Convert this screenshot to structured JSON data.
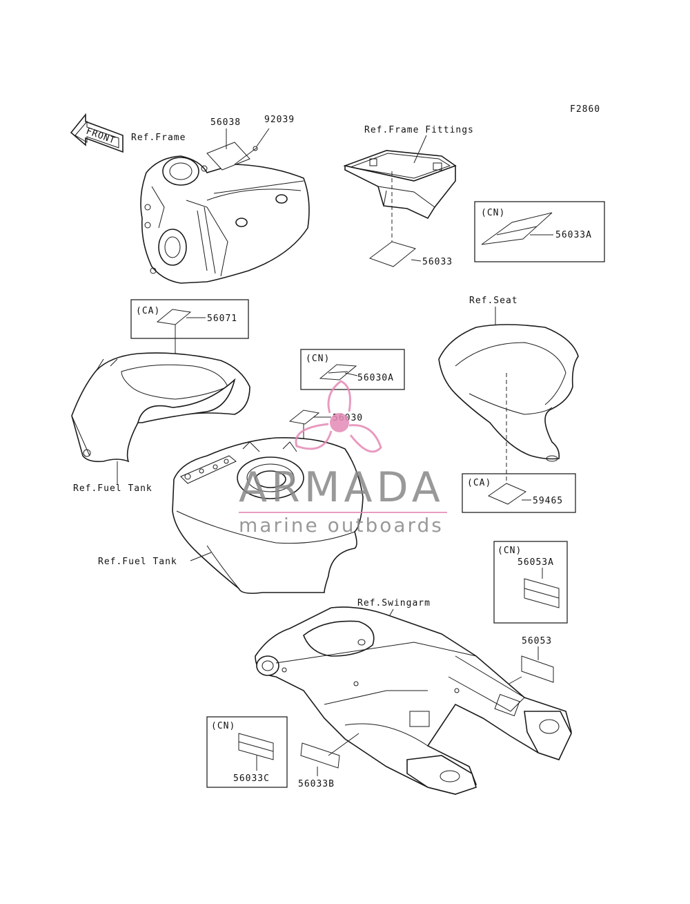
{
  "figure_code": "F2860",
  "front_arrow": "FRONT",
  "references": {
    "frame": "Ref.Frame",
    "frame_fittings": "Ref.Frame Fittings",
    "seat": "Ref.Seat",
    "fuel_tank_cover": "Ref.Fuel Tank",
    "fuel_tank": "Ref.Fuel Tank",
    "swingarm": "Ref.Swingarm"
  },
  "region_tags": {
    "ca_1": "(CA)",
    "ca_2": "(CA)",
    "cn_1": "(CN)",
    "cn_2": "(CN)",
    "cn_3": "(CN)",
    "cn_4": "(CN)"
  },
  "parts": {
    "p56038": "56038",
    "p92039": "92039",
    "p56033": "56033",
    "p56033A": "56033A",
    "p56071": "56071",
    "p56030A": "56030A",
    "p56030": "56030",
    "p59465": "59465",
    "p56053A": "56053A",
    "p56053": "56053",
    "p56033C": "56033C",
    "p56033B": "56033B"
  },
  "watermark": {
    "brand": "ARMADA",
    "tagline": "marine outboards",
    "color": "#e58ab6"
  }
}
